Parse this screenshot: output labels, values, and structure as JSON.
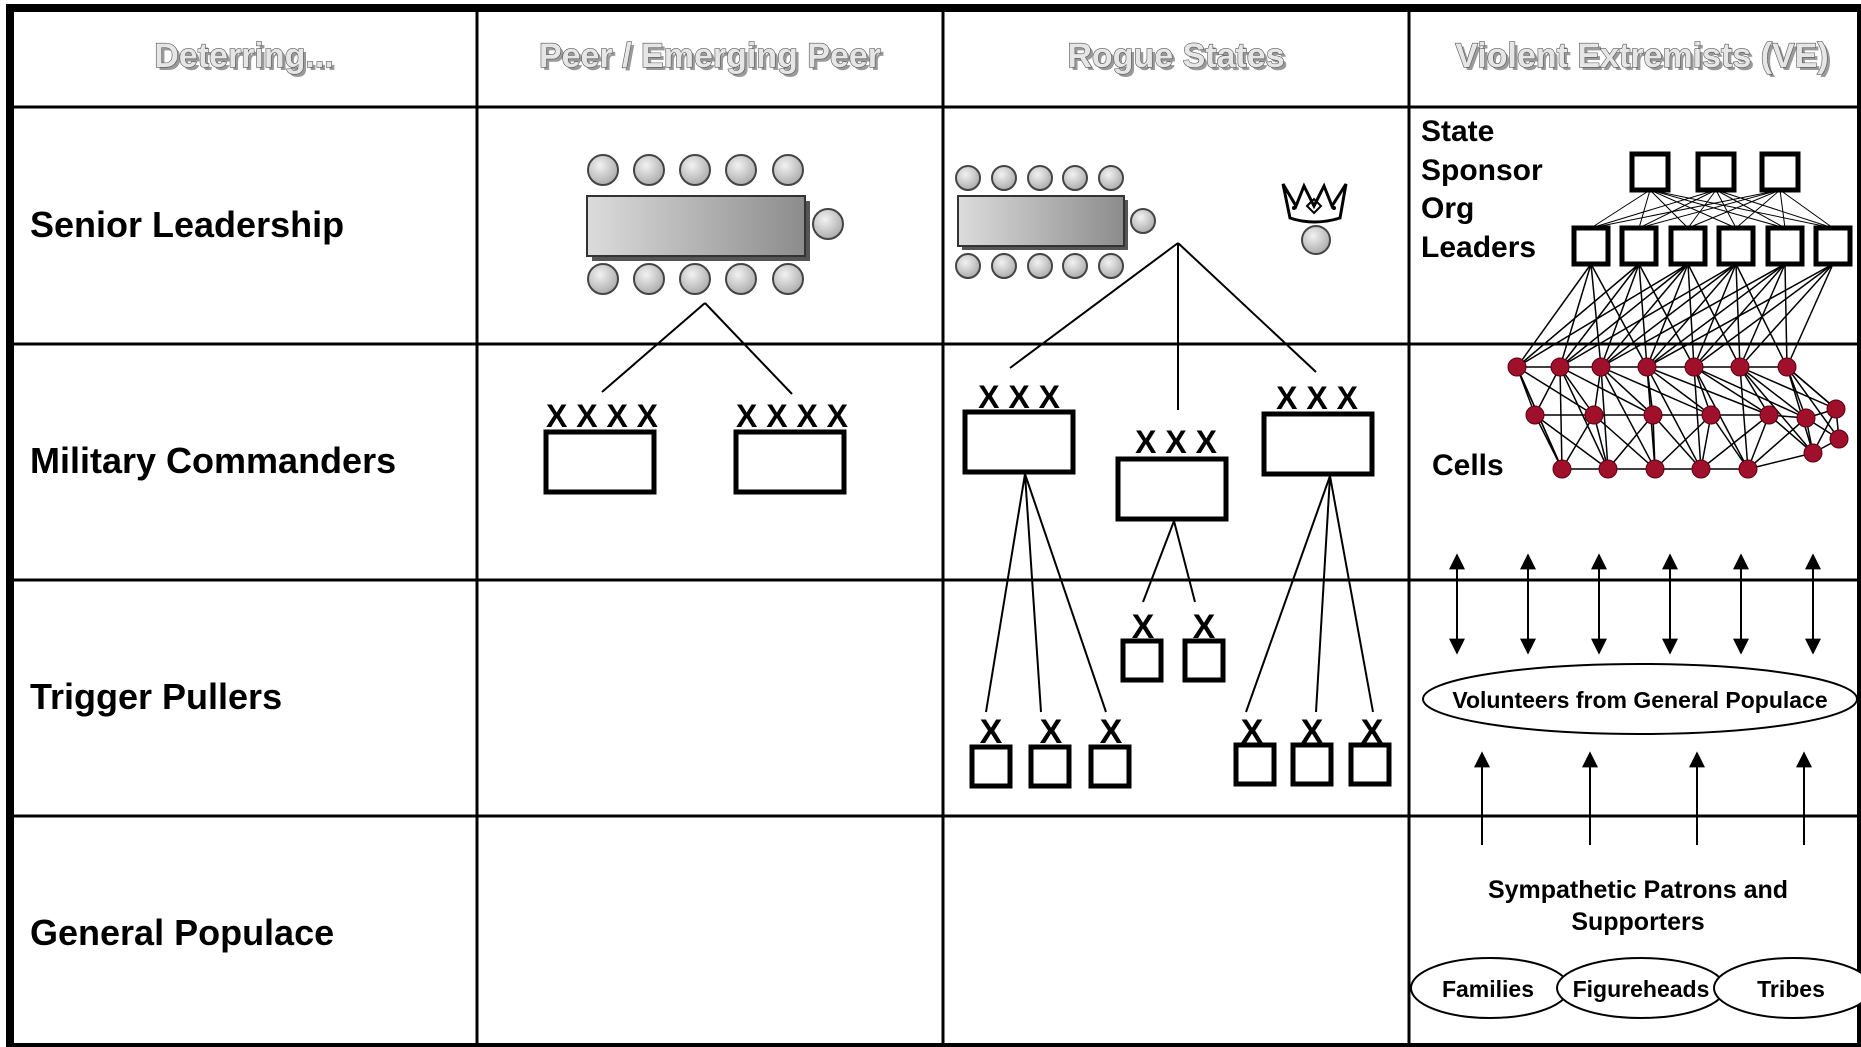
{
  "headers": [
    "Deterring...",
    "Peer / Emerging Peer",
    "Rogue States",
    "Violent Extremists (VE)"
  ],
  "rows": [
    "Senior Leadership",
    "Military Commanders",
    "Trigger Pullers",
    "General Populace"
  ],
  "symbols": {
    "division": "X X X X",
    "corps": "X X X",
    "brigade": "X"
  },
  "ve": {
    "state_sponsor_lines": [
      "State",
      "Sponsor",
      "Org",
      "Leaders"
    ],
    "cells": "Cells",
    "volunteers": "Volunteers from General Populace",
    "patrons_lines": [
      "Sympathetic Patrons and",
      "Supporters"
    ],
    "groups": [
      "Families",
      "Figureheads",
      "Tribes"
    ]
  },
  "colors": {
    "cell_node": "#a0102a",
    "table_gray_light": "#d6d6d6",
    "table_gray_dark": "#8a8a8a"
  },
  "icons": [
    "crown-icon",
    "conference-table-icon"
  ]
}
